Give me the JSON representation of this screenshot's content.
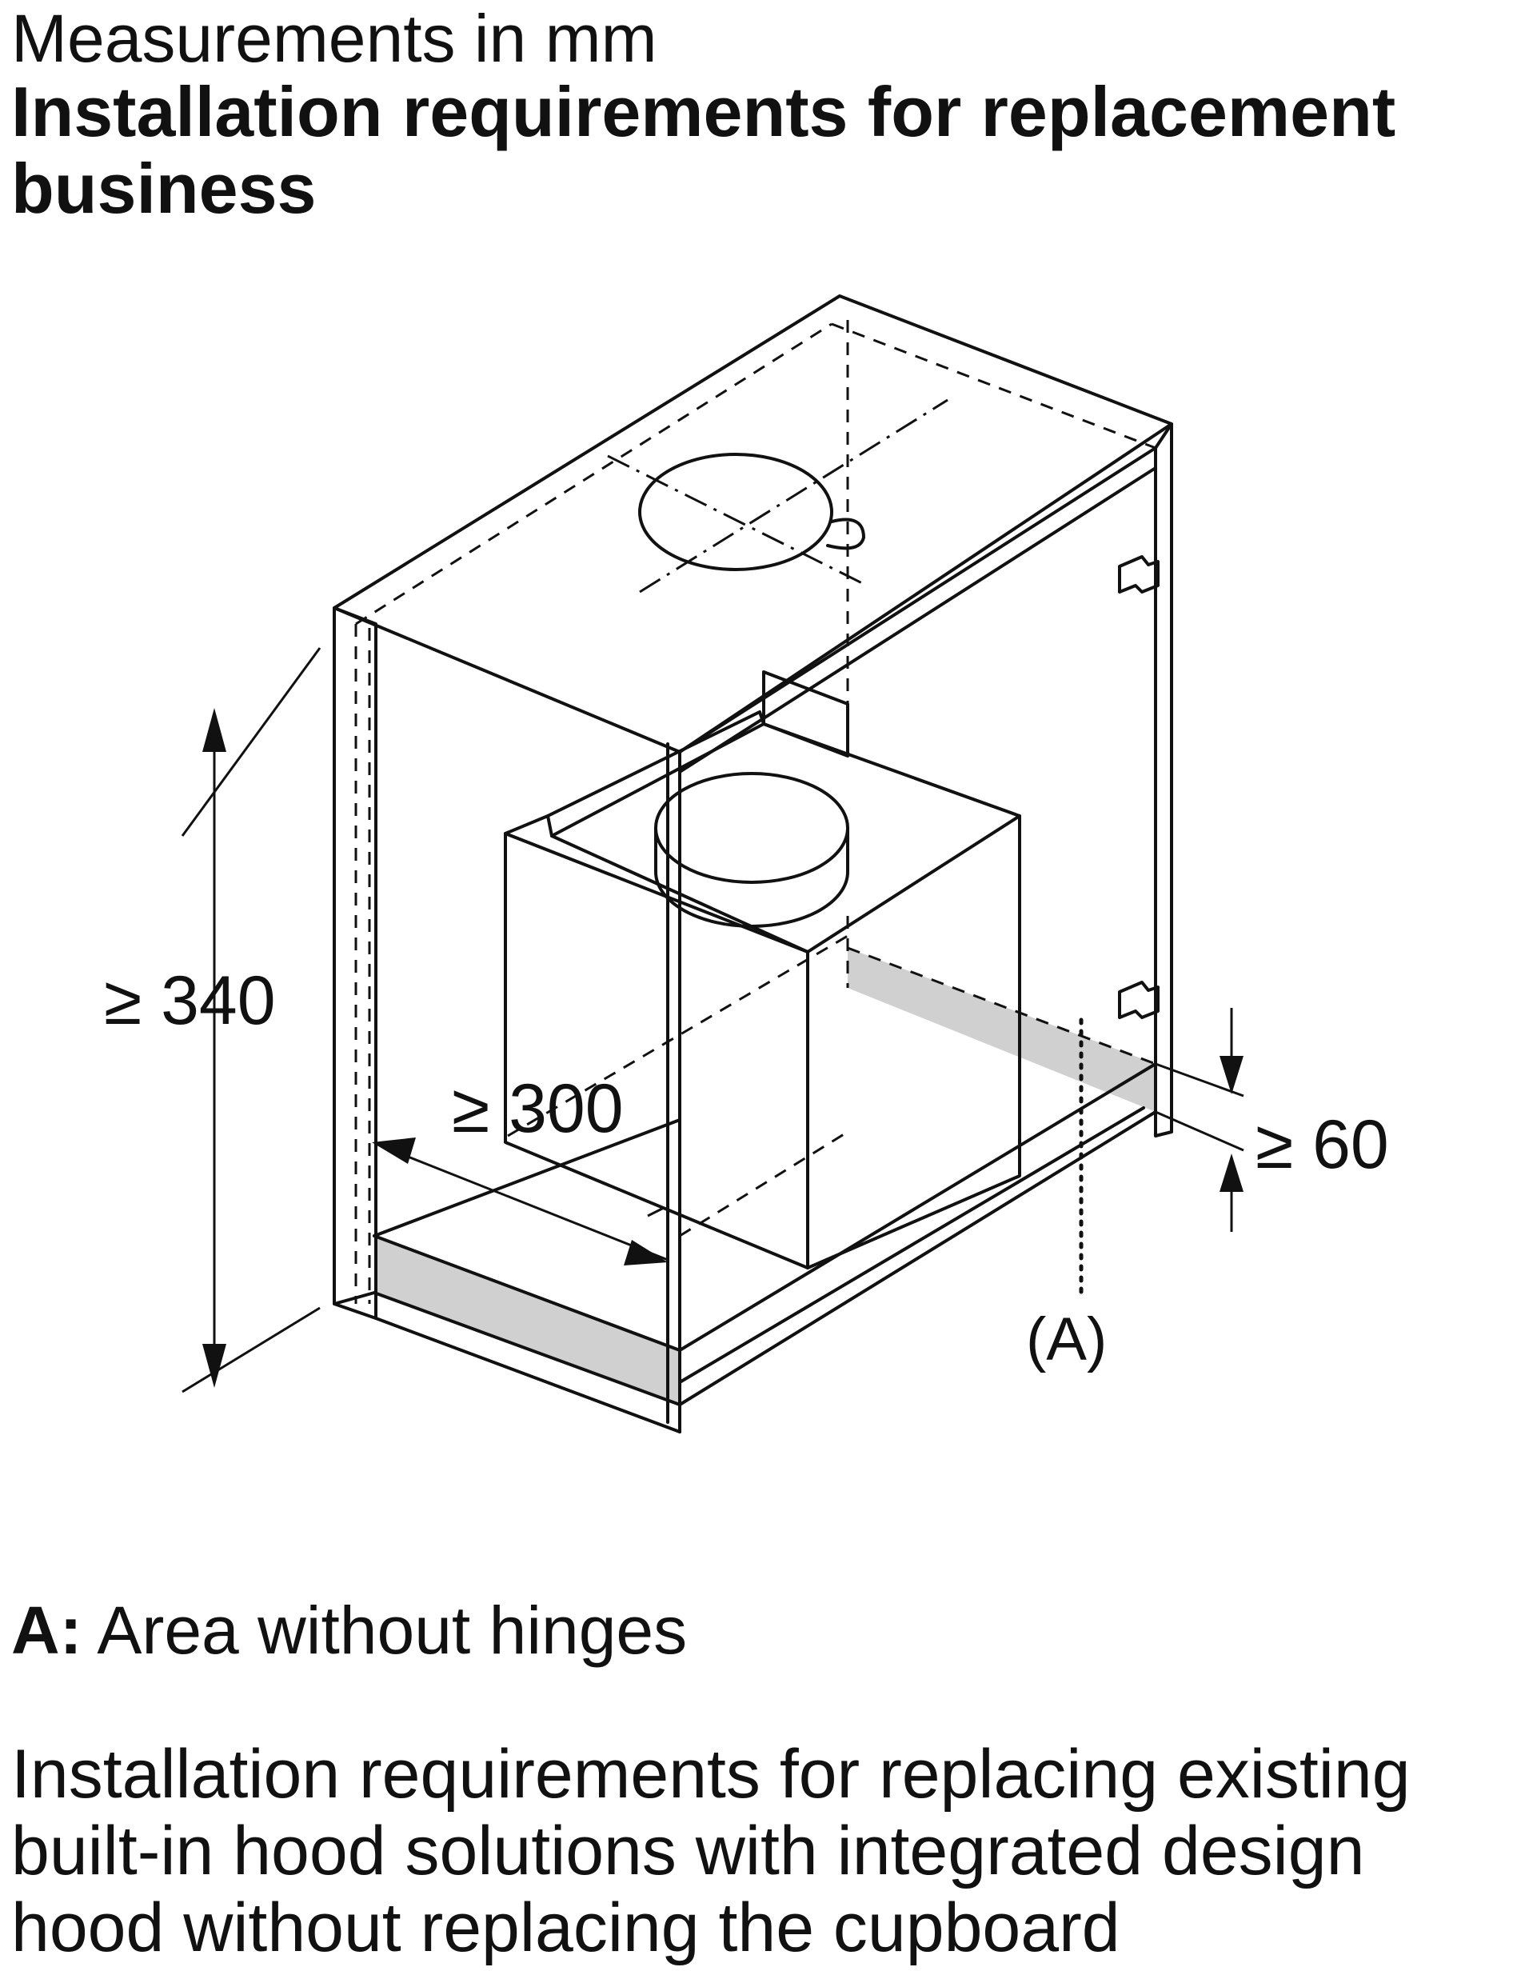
{
  "header": {
    "subtitle": "Measurements in mm",
    "title": "Installation requirements for replacement business"
  },
  "diagram": {
    "dimensions": {
      "height": "≥ 340",
      "depth": "≥ 300",
      "clearance": "≥ 60"
    },
    "ref_label": "(A)",
    "colors": {
      "line": "#111111",
      "shade": "#d0d0d0"
    }
  },
  "legend": {
    "key": "A:",
    "text": "Area without hinges"
  },
  "caption": {
    "lines": [
      "Installation requirements for replacing existing",
      "built-in hood solutions with integrated design",
      "hood without replacing the cupboard"
    ]
  }
}
